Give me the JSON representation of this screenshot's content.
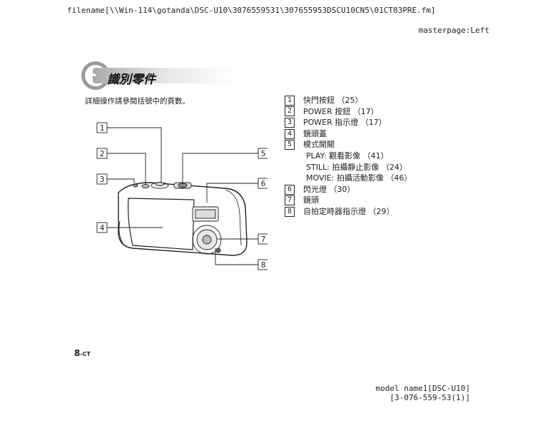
{
  "header": {
    "filename": "filename[\\\\Win-114\\gotanda\\DSC-U10\\3076559531\\307655953DSCU10CN5\\01CT03PRE.fm]",
    "masterpage": "masterpage:Left"
  },
  "section": {
    "title": "識別零件",
    "intro": "詳細操作請參閱括號中的頁數。"
  },
  "figure": {
    "callouts": [
      "1",
      "2",
      "3",
      "4",
      "5",
      "6",
      "7",
      "8"
    ]
  },
  "parts": [
    {
      "num": "1",
      "label": "快門按鈕 （25）"
    },
    {
      "num": "2",
      "label": "POWER 按鈕 （17）"
    },
    {
      "num": "3",
      "label": "POWER 指示燈 （17）"
    },
    {
      "num": "4",
      "label": "鏡頭蓋"
    },
    {
      "num": "5",
      "label": "模式開關"
    },
    {
      "sub": "PLAY: 觀看影像 （41）"
    },
    {
      "sub": "STILL: 拍攝靜止影像 （24）"
    },
    {
      "sub": "MOVIE: 拍攝活動影像 （46）"
    },
    {
      "num": "6",
      "label": "閃光燈 （30）"
    },
    {
      "num": "7",
      "label": "鏡頭"
    },
    {
      "num": "8",
      "label": "自拍定時器指示燈 （29）"
    }
  ],
  "footer": {
    "page_number": "8",
    "page_suffix": "-CT",
    "model_line1": "model name1[DSC-U10]",
    "model_line2": "[3-076-559-53(1)]"
  }
}
